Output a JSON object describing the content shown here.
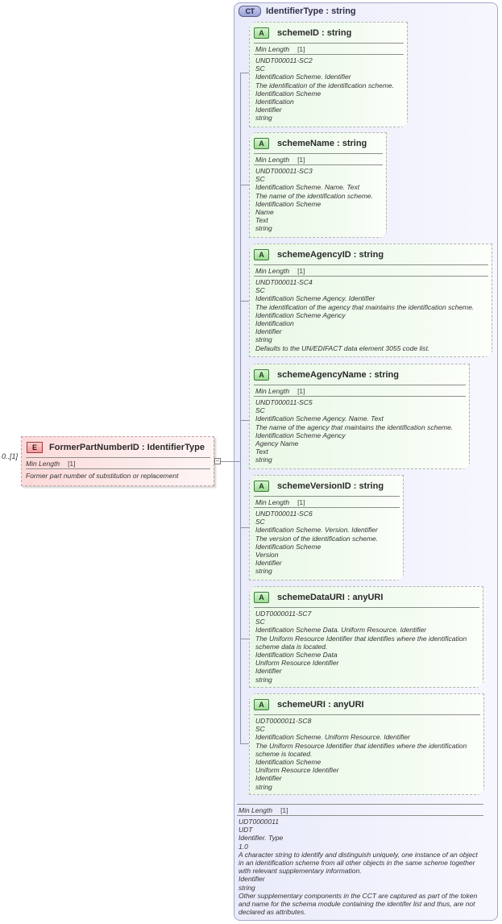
{
  "complex_type": {
    "badge": "CT",
    "title": "IdentifierType : string"
  },
  "cardinality": "0..[1]",
  "element": {
    "badge": "E",
    "title": "FormerPartNumberID : IdentifierType",
    "facet_label": "Min Length",
    "facet_value": "[1]",
    "description": "Former part number of substitution or replacement"
  },
  "attributes": [
    {
      "badge": "A",
      "title": "schemeID : string",
      "facet_label": "Min Length",
      "facet_value": "[1]",
      "notes": "UNDT000011-SC2\nSC\nIdentification Scheme. Identifier\nThe identification of the identification scheme.\nIdentification Scheme\nIdentification\nIdentifier\nstring"
    },
    {
      "badge": "A",
      "title": "schemeName : string",
      "facet_label": "Min Length",
      "facet_value": "[1]",
      "notes": "UNDT000011-SC3\nSC\nIdentification Scheme. Name. Text\nThe name of the identification scheme.\nIdentification Scheme\nName\nText\nstring"
    },
    {
      "badge": "A",
      "title": "schemeAgencyID : string",
      "facet_label": "Min Length",
      "facet_value": "[1]",
      "notes": "UNDT000011-SC4\nSC\nIdentification Scheme Agency. Identifier\nThe identification of the agency that maintains the identification scheme.\nIdentification Scheme Agency\nIdentification\nIdentifier\nstring\nDefaults to the UN/EDIFACT data element 3055 code list."
    },
    {
      "badge": "A",
      "title": "schemeAgencyName : string",
      "facet_label": "Min Length",
      "facet_value": "[1]",
      "notes": "UNDT000011-SC5\nSC\nIdentification Scheme Agency. Name. Text\nThe name of the agency that maintains the identification scheme.\nIdentification Scheme Agency\nAgency Name\nText\nstring"
    },
    {
      "badge": "A",
      "title": "schemeVersionID : string",
      "facet_label": "Min Length",
      "facet_value": "[1]",
      "notes": "UNDT000011-SC6\nSC\nIdentification Scheme. Version. Identifier\nThe version of the identification scheme.\nIdentification Scheme\nVersion\nIdentifier\nstring"
    },
    {
      "badge": "A",
      "title": "schemeDataURI : anyURI",
      "facet_label": "",
      "facet_value": "",
      "notes": "UDT0000011-SC7\nSC\nIdentification Scheme Data. Uniform Resource. Identifier\nThe Uniform Resource Identifier that identifies where the identification scheme data is located.\nIdentification Scheme Data\nUniform Resource Identifier\nIdentifier\nstring"
    },
    {
      "badge": "A",
      "title": "schemeURI : anyURI",
      "facet_label": "",
      "facet_value": "",
      "notes": "UDT0000011-SC8\nSC\nIdentification Scheme. Uniform Resource. Identifier\nThe Uniform Resource Identifier that identifies where the identification scheme is located.\nIdentification Scheme\nUniform Resource Identifier\nIdentifier\nstring"
    }
  ],
  "type_footer": {
    "facet_label": "Min Length",
    "facet_value": "[1]",
    "notes": "UDT0000011\nUDT\nIdentifier. Type\n1.0\nA character string to identify and distinguish uniquely, one instance of an object in an identification scheme from all other objects in the same scheme together with relevant supplementary information.\nIdentifier\nstring\nOther supplementary components in the CCT are captured as part of the token and name for the schema module containing the identifer list and thus, are not declared as attributes."
  }
}
